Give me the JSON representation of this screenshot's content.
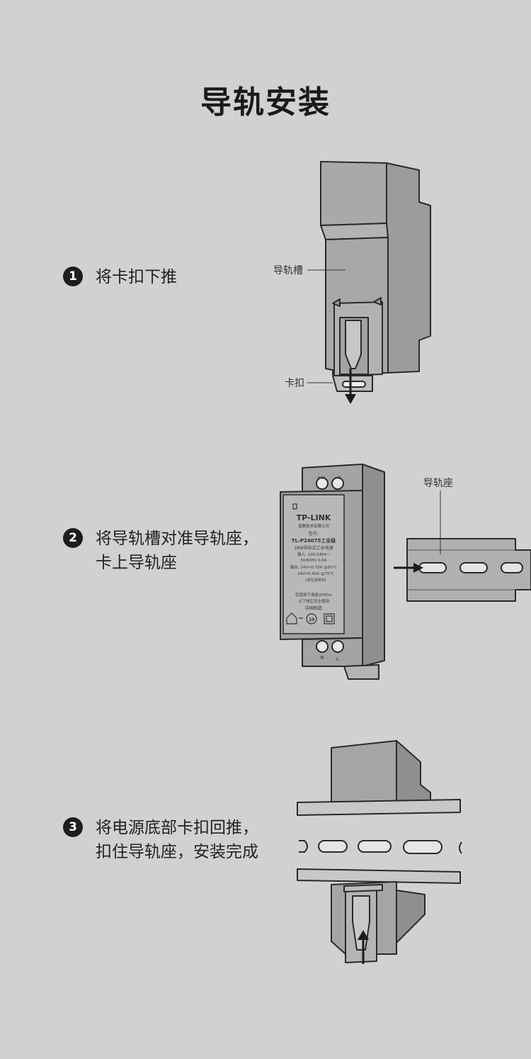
{
  "title": "导轨安装",
  "steps": [
    {
      "number": "1",
      "lines": [
        "将卡扣下推"
      ]
    },
    {
      "number": "2",
      "lines": [
        "将导轨槽对准导轨座，",
        "卡上导轨座"
      ]
    },
    {
      "number": "3",
      "lines": [
        "将电源底部卡扣回推，",
        "扣住导轨座，安装完成"
      ]
    }
  ],
  "callouts": {
    "rail_groove": "导轨槽",
    "clip": "卡扣",
    "rail_seat": "导轨座"
  },
  "product_label": {
    "brand": "TP-LINK",
    "company": "普联技术有限公司",
    "model_prefix": "型号:",
    "model": "TL-P24075工业级",
    "description": "18W导轨式工业电源",
    "input_1": "输入: 100-240V~",
    "input_2": "50/60Hz 0.6A",
    "output_1": "输出: 24V⎓0.75A @50°C",
    "output_2": "24V⎓0.45A @75°C",
    "output_3": "(详见说明书)",
    "note_1": "仅适用于海拔2000m",
    "note_2": "以下地区安全使用",
    "made_in": "中国制造",
    "mark_10": "10",
    "terminal_plus": "+V",
    "terminal_minus": "-V",
    "terminal_n": "N",
    "terminal_l": "L"
  }
}
